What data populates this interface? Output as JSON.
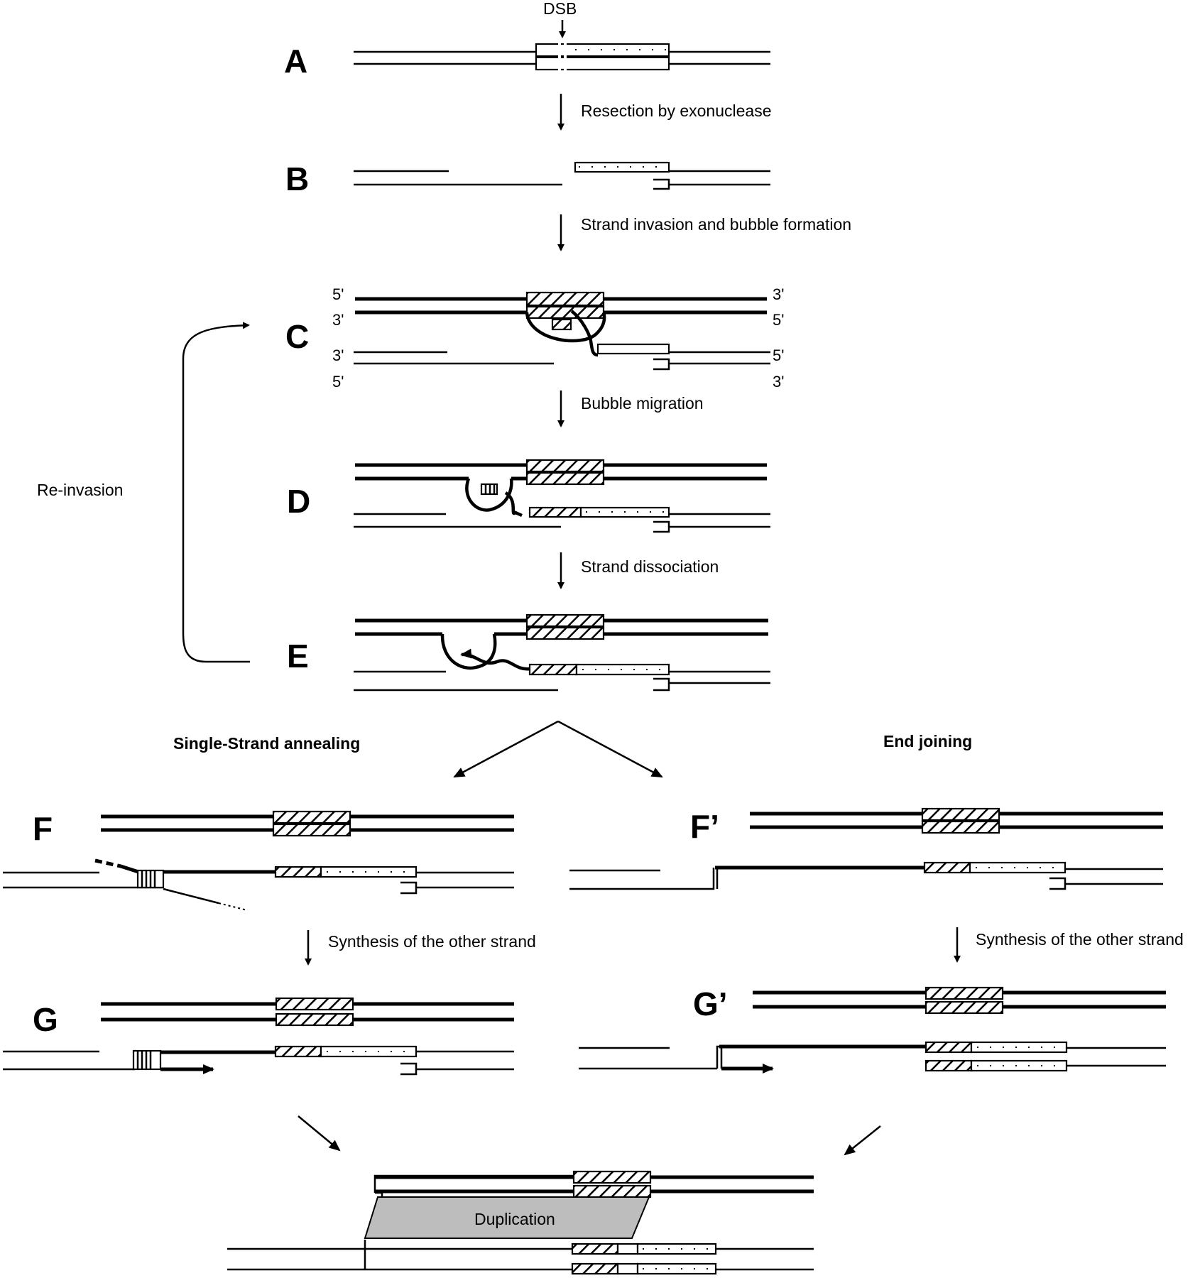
{
  "labels": {
    "dsb": "DSB",
    "panel_a": "A",
    "panel_b": "B",
    "panel_c": "C",
    "panel_d": "D",
    "panel_e": "E",
    "panel_f": "F",
    "panel_f_prime": "F’",
    "panel_g": "G",
    "panel_g_prime": "G’"
  },
  "steps": {
    "resection": "Resection by exonuclease",
    "invasion": "Strand invasion and bubble formation",
    "migration": "Bubble migration",
    "dissociation": "Strand dissociation",
    "reinvasion": "Re-invasion",
    "synthesis_left": "Synthesis of the other strand",
    "synthesis_right": "Synthesis of the other strand"
  },
  "pathways": {
    "ssa": "Single-Strand annealing",
    "end_joining": "End joining"
  },
  "strand_ends": {
    "c_top_left": "5'",
    "c_top2_left": "3'",
    "c_mid_left": "3'",
    "c_bot_left": "5'",
    "c_top_right": "3'",
    "c_top2_right": "5'",
    "c_mid_right": "5'",
    "c_bot_right": "3'"
  },
  "result": {
    "duplication": "Duplication"
  }
}
